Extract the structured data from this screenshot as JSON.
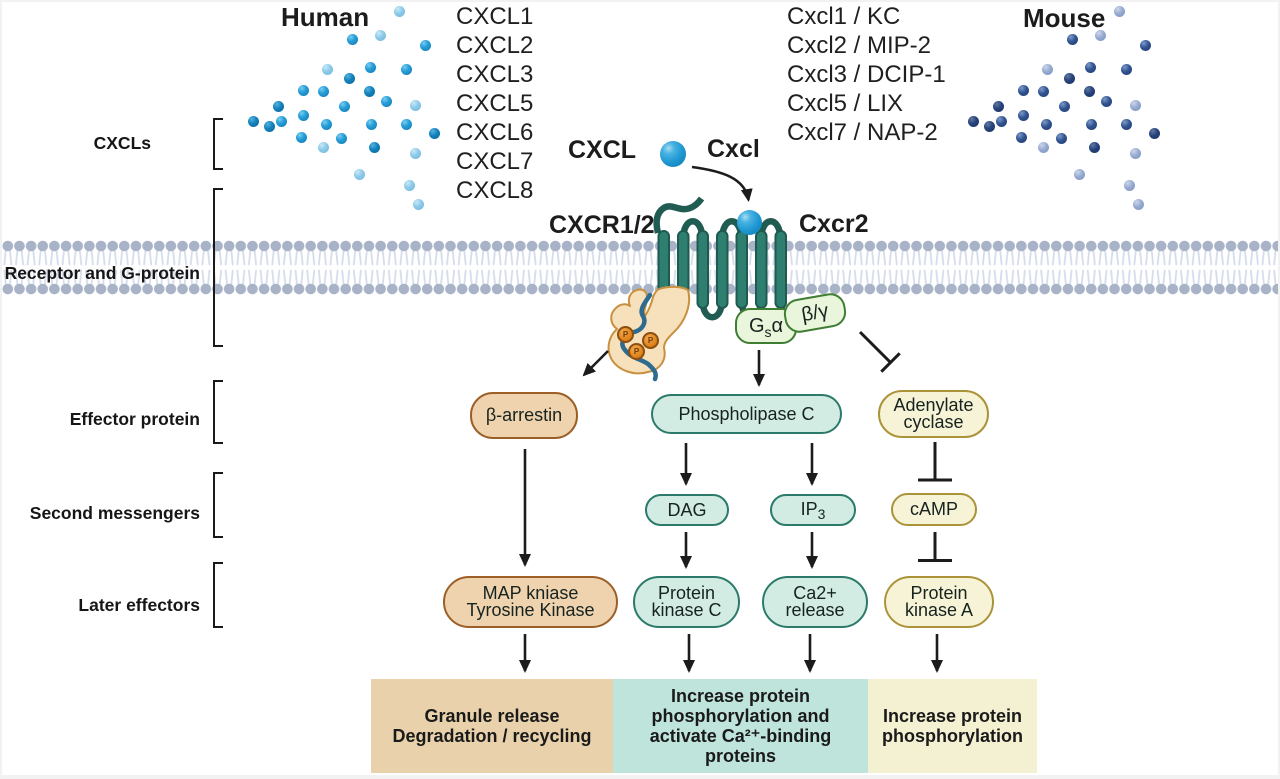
{
  "palette": {
    "tan_fill": "#eed3ae",
    "tan_border": "#9c5f28",
    "teal_fill": "#d2ebe3",
    "teal_border": "#2b7a6a",
    "yellow_fill": "#f7f3d6",
    "yellow_border": "#ab9339",
    "green_fill": "#e9f6db",
    "green_border": "#3f7d33",
    "outcome_tan": "#e9d2ab",
    "outcome_teal": "#bfe4dc",
    "outcome_yellow": "#f4f0d2",
    "helix": "#2f7f71",
    "helix_border": "#1e5a50",
    "membrane_head": "#a9b3c8",
    "membrane_tail": "#dbe1ee",
    "human_dot": "#1b8dc7",
    "mouse_dot": "#2a4c8c",
    "ligand_ball": "#1e97d2"
  },
  "human": {
    "title": "Human",
    "ligands": [
      "CXCL1",
      "CXCL2",
      "CXCL3",
      "CXCL5",
      "CXCL6",
      "CXCL7",
      "CXCL8"
    ]
  },
  "mouse": {
    "title": "Mouse",
    "ligands": [
      "Cxcl1 / KC",
      "Cxcl2 / MIP-2",
      "Cxcl3 / DCIP-1",
      "Cxcl5 / LIX",
      "Cxcl7 / NAP-2"
    ]
  },
  "row_labels": {
    "cxcls": "CXCLs",
    "receptor": "Receptor and G-protein",
    "effector": "Effector protein",
    "second": "Second messengers",
    "later": "Later effectors"
  },
  "receptor": {
    "human_ligand": "CXCL",
    "mouse_ligand": "Cxcl",
    "human_receptor": "CXCR1/2",
    "mouse_receptor": "Cxcr2",
    "g_alpha_g": "G",
    "g_alpha_sub": "s",
    "g_alpha_end": "α",
    "beta_gamma": "β/γ",
    "phospho": "P"
  },
  "nodes": {
    "b_arrestin": "β-arrestin",
    "plc": "Phospholipase C",
    "adenylate": "Adenylate\ncyclase",
    "dag": "DAG",
    "ip3_base": "IP",
    "ip3_sub": "3",
    "camp": "cAMP",
    "map_kinase": "MAP kniase\nTyrosine Kinase",
    "pkc": "Protein\nkinase C",
    "ca_release": "Ca2+\nrelease",
    "pka": "Protein\nkinase A"
  },
  "outcomes": [
    {
      "text": "Granule release\nDegradation / recycling"
    },
    {
      "text": "Increase protein\nphosphorylation and\nactivate Ca²⁺-binding\nproteins"
    },
    {
      "text": "Increase protein\nphosphorylation"
    }
  ],
  "ligand_dots": [
    [
      167.6,
      9.9,
      1
    ],
    [
      120.1,
      37.6,
      0
    ],
    [
      148.9,
      33.9,
      1
    ],
    [
      193.8,
      43.2,
      0
    ],
    [
      95.2,
      67.8,
      1
    ],
    [
      138.7,
      65.3,
      0
    ],
    [
      174.1,
      67.2,
      0
    ],
    [
      117.0,
      76.6,
      2
    ],
    [
      71.8,
      88.4,
      0
    ],
    [
      91.0,
      89.0,
      0
    ],
    [
      137.3,
      89.6,
      2
    ],
    [
      154.0,
      99.5,
      0
    ],
    [
      183.9,
      103.7,
      1
    ],
    [
      46.6,
      104.3,
      2
    ],
    [
      112.7,
      104.3,
      0
    ],
    [
      71.5,
      113.6,
      0
    ],
    [
      49.2,
      119.5,
      0
    ],
    [
      21.5,
      119.8,
      2
    ],
    [
      37.0,
      124.6,
      2
    ],
    [
      94.4,
      122.1,
      0
    ],
    [
      139.0,
      122.1,
      0
    ],
    [
      174.1,
      122.1,
      0
    ],
    [
      202.9,
      131.1,
      2
    ],
    [
      69.2,
      135.4,
      0
    ],
    [
      109.4,
      136.5,
      0
    ],
    [
      91.0,
      145.0,
      1
    ],
    [
      142.7,
      145.8,
      2
    ],
    [
      183.7,
      151.5,
      1
    ],
    [
      127.7,
      172.4,
      1
    ],
    [
      177.2,
      183.1,
      1
    ],
    [
      186.2,
      202.3,
      1
    ]
  ]
}
